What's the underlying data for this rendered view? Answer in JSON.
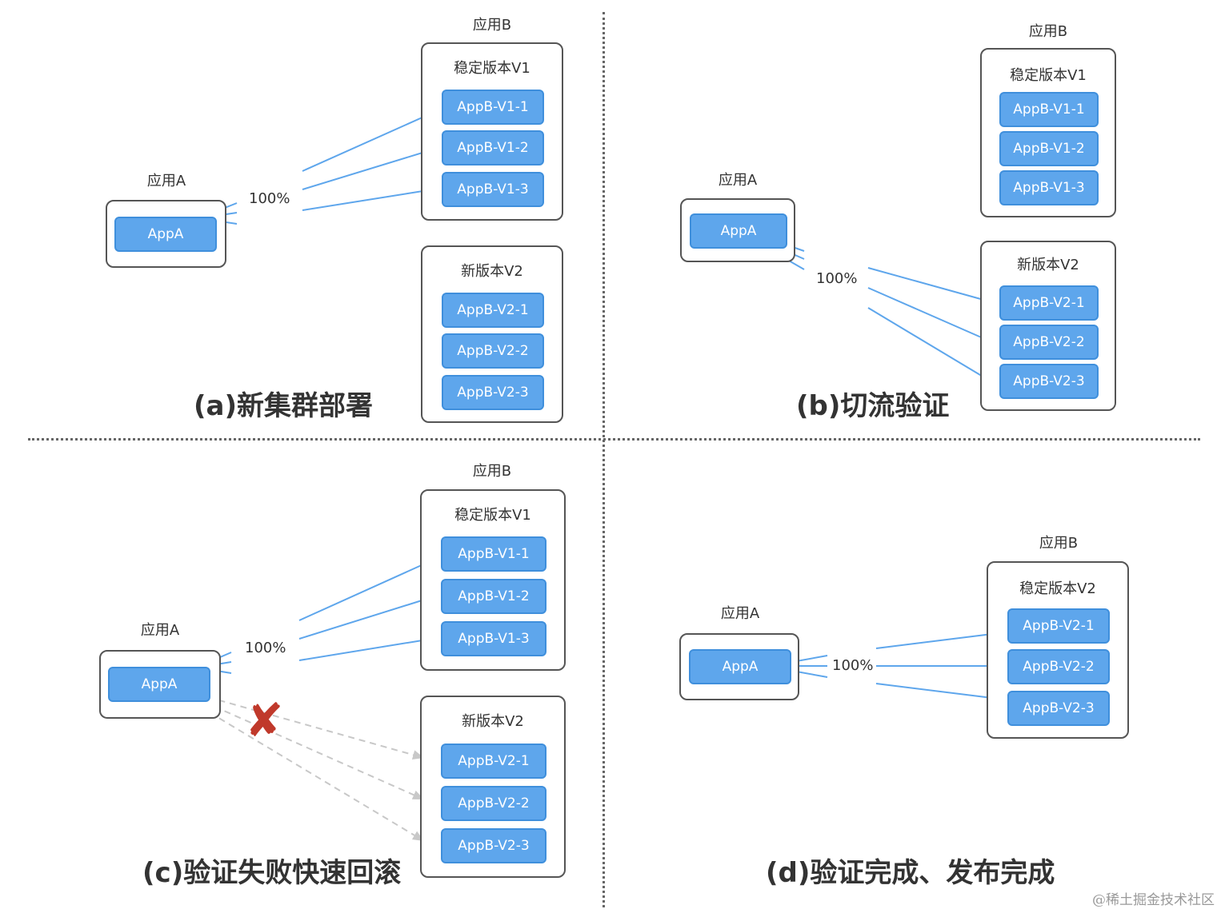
{
  "quadrants": {
    "a": {
      "caption": "(a)新集群部署",
      "app_a_label": "应用A",
      "app_a_pill": "AppA",
      "app_b_label": "应用B",
      "percent": "100%",
      "stable_group_title": "稳定版本V1",
      "stable_pills": [
        "AppB-V1-1",
        "AppB-V1-2",
        "AppB-V1-3"
      ],
      "new_group_title": "新版本V2",
      "new_pills": [
        "AppB-V2-1",
        "AppB-V2-2",
        "AppB-V2-3"
      ]
    },
    "b": {
      "caption": "(b)切流验证",
      "app_a_label": "应用A",
      "app_a_pill": "AppA",
      "app_b_label": "应用B",
      "percent": "100%",
      "stable_group_title": "稳定版本V1",
      "stable_pills": [
        "AppB-V1-1",
        "AppB-V1-2",
        "AppB-V1-3"
      ],
      "new_group_title": "新版本V2",
      "new_pills": [
        "AppB-V2-1",
        "AppB-V2-2",
        "AppB-V2-3"
      ]
    },
    "c": {
      "caption": "(c)验证失败快速回滚",
      "app_a_label": "应用A",
      "app_a_pill": "AppA",
      "app_b_label": "应用B",
      "percent": "100%",
      "stable_group_title": "稳定版本V1",
      "stable_pills": [
        "AppB-V1-1",
        "AppB-V1-2",
        "AppB-V1-3"
      ],
      "new_group_title": "新版本V2",
      "new_pills": [
        "AppB-V2-1",
        "AppB-V2-2",
        "AppB-V2-3"
      ],
      "failure_mark": "✘"
    },
    "d": {
      "caption": "(d)验证完成、发布完成",
      "app_a_label": "应用A",
      "app_a_pill": "AppA",
      "app_b_label": "应用B",
      "percent": "100%",
      "stable_group_title": "稳定版本V2",
      "stable_pills": [
        "AppB-V2-1",
        "AppB-V2-2",
        "AppB-V2-3"
      ]
    }
  },
  "watermark": "@稀土掘金技术社区",
  "colors": {
    "pill_fill": "#5ea6ec",
    "pill_border": "#3f8fdc",
    "arrow": "#5ea6ec",
    "rollback_arrow": "#c8c8c8",
    "failure_mark": "#c0392b"
  }
}
